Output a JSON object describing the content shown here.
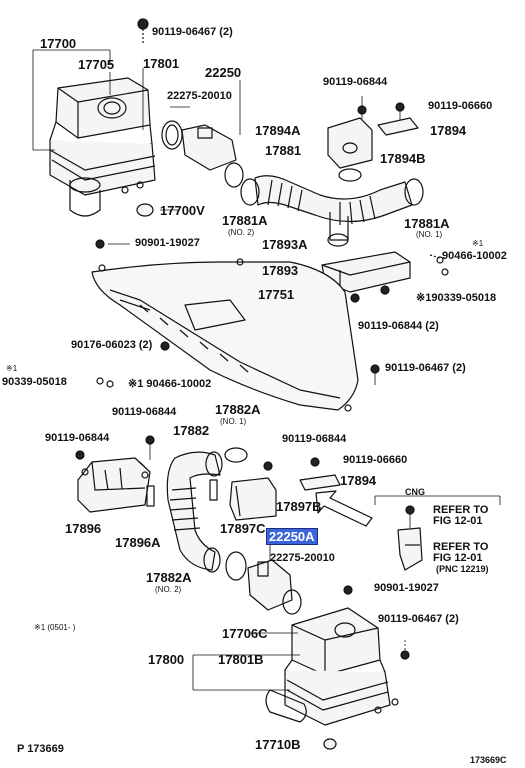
{
  "diagram": {
    "ref_footer": "P 173669",
    "corner_code": "173669C",
    "note_footnote": "※1 (0501-      )",
    "cng_label": "CNG",
    "labels": {
      "l_90119_06467_top": "90119-06467 (2)",
      "l_17700": "17700",
      "l_17705": "17705",
      "l_17801": "17801",
      "l_22250_top": "22250",
      "l_22275_top": "22275-20010",
      "l_90119_06844_a": "90119-06844",
      "l_90119_06660_a": "90119-06660",
      "l_17894A_top": "17894A",
      "l_17894_top": "17894",
      "l_17881": "17881",
      "l_17894B": "17894B",
      "l_17700V": "17700V",
      "l_17881A_left": "17881A",
      "l_no2_a": "(NO. 2)",
      "l_17881A_right": "17881A",
      "l_no1_a": "(NO. 1)",
      "l_90901_19027_top": "90901-19027",
      "l_17893A": "17893A",
      "l_note1_a": "※1",
      "l_90466_10002_right": "90466-10002",
      "l_17893": "17893",
      "l_17751": "17751",
      "l_note190339": "※190339-05018",
      "l_90119_06844_2_right": "90119-06844 (2)",
      "l_90176_06023": "90176-06023 (2)",
      "l_note1_b": "※1",
      "l_90339_05018_left": "90339-05018",
      "l_90466_10002_left": "※1 90466-10002",
      "l_90119_06467_mid": "90119-06467 (2)",
      "l_90119_06844_b": "90119-06844",
      "l_17882A_top": "17882A",
      "l_no1_b": "(NO. 1)",
      "l_90119_06844_c": "90119-06844",
      "l_17882": "17882",
      "l_90119_06844_d": "90119-06844",
      "l_90119_06660_b": "90119-06660",
      "l_17894_bottom": "17894",
      "l_17897B": "17897B",
      "l_17896": "17896",
      "l_17896A": "17896A",
      "l_17897C": "17897C",
      "l_22250A": "22250A",
      "l_refer1a": "REFER TO",
      "l_refer1b": "FIG 12-01",
      "l_refer2a": "REFER TO",
      "l_refer2b": "FIG 12-01",
      "l_pnc": "(PNC 12219)",
      "l_22275_bottom": "22275-20010",
      "l_17882A_bottom": "17882A",
      "l_no2_b": "(NO. 2)",
      "l_90901_19027_bottom": "90901-19027",
      "l_90119_06467_bottom": "90119-06467 (2)",
      "l_17706C": "17706C",
      "l_17800": "17800",
      "l_17801B": "17801B",
      "l_17710B": "17710B"
    }
  }
}
